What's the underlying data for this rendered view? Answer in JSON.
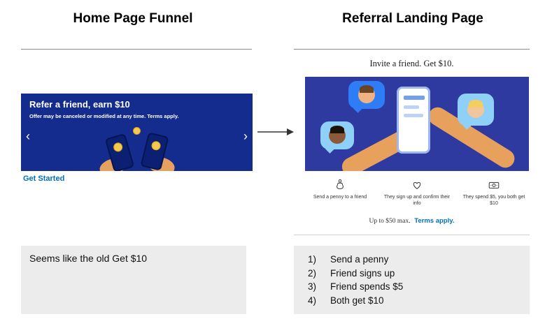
{
  "left": {
    "title": "Home Page Funnel",
    "banner": {
      "heading": "Refer a friend, earn $10",
      "subtext": "Offer may be canceled or modified at any time. Terms apply.",
      "prev_icon": "‹",
      "next_icon": "›"
    },
    "cta": "Get Started",
    "note": "Seems like the old Get $10"
  },
  "right": {
    "title": "Referral Landing Page",
    "landing": {
      "headline": "Invite a friend. Get $10.",
      "steps": [
        {
          "icon": "money-bag-icon",
          "label": "Send a penny to a friend"
        },
        {
          "icon": "hand-heart-icon",
          "label": "They sign up and confirm their info"
        },
        {
          "icon": "cash-bill-icon",
          "label": "They spend $5, you both get $10"
        }
      ],
      "disclaimer": "Up to $50 max.",
      "terms_link": "Terms apply."
    },
    "notes": [
      {
        "num": "1)",
        "text": "Send a penny"
      },
      {
        "num": "2)",
        "text": "Friend signs up"
      },
      {
        "num": "3)",
        "text": "Friend spends $5"
      },
      {
        "num": "4)",
        "text": "Both get $10"
      }
    ]
  },
  "colors": {
    "banner-bg": "#142c8e",
    "illustration-bg": "#2f3aa0",
    "link": "#0070ba",
    "note-bg": "#ececec",
    "bubble-light": "#8ed0f8",
    "bubble-blue": "#2e7cf6",
    "skin": "#e8a15d",
    "coin": "#f5c94c"
  }
}
